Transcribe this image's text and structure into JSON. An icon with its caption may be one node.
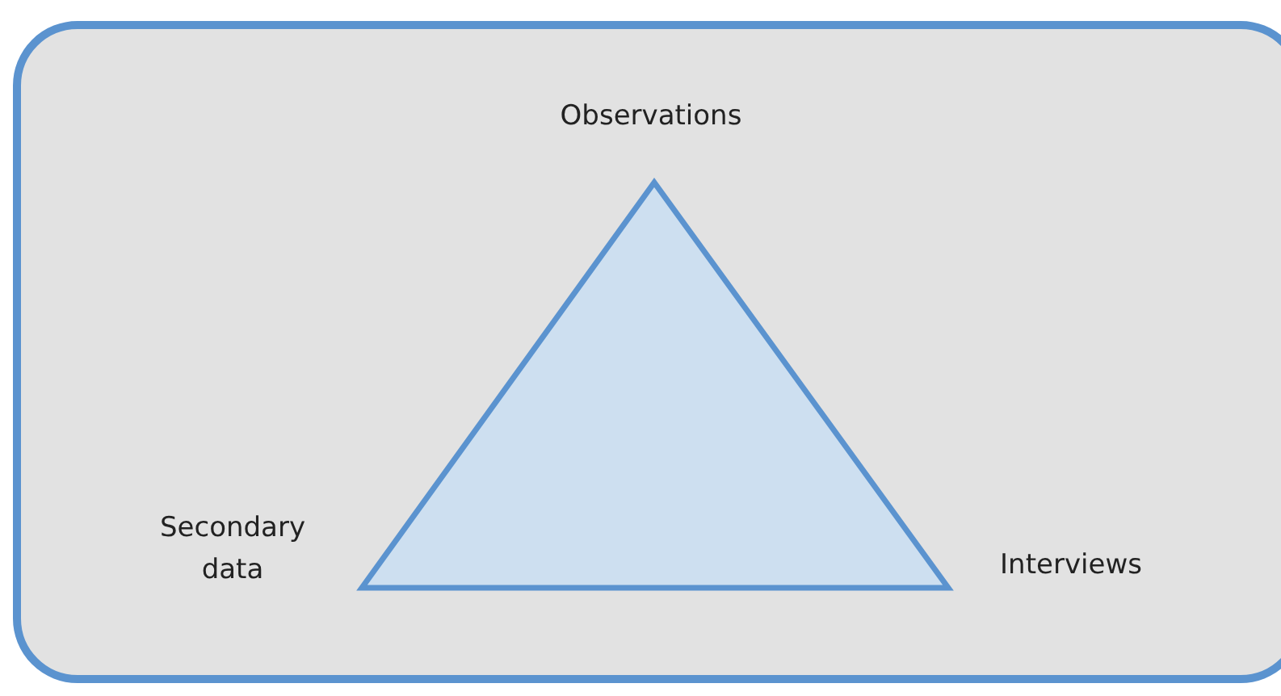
{
  "diagram": {
    "nodes": [
      {
        "text": [],
        "shape": "triangle"
      }
    ],
    "labels": [
      "Observations",
      "Secondary data",
      "Interviews"
    ]
  }
}
